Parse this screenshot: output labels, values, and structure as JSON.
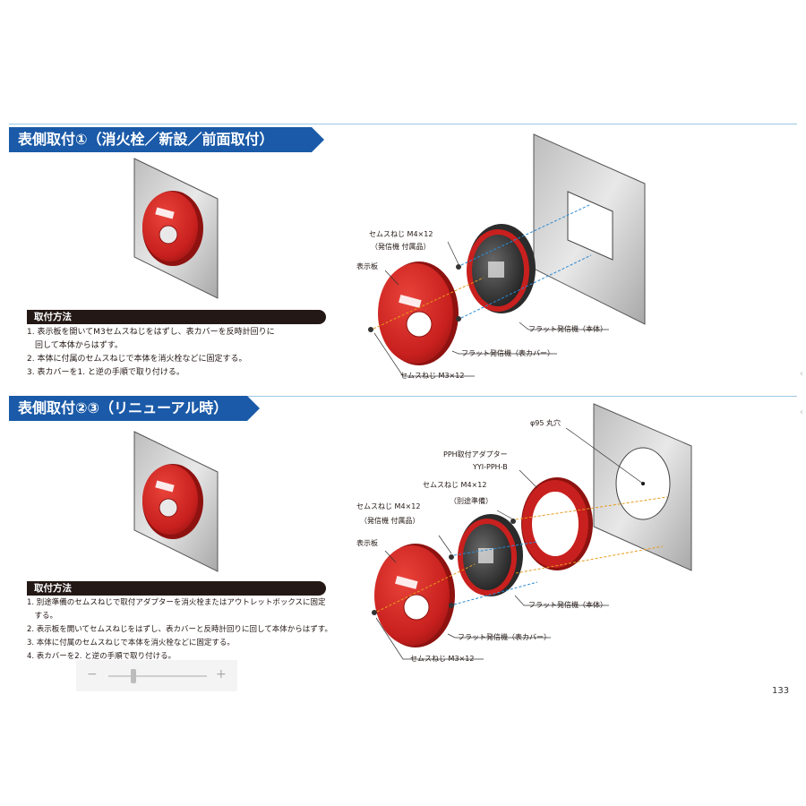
{
  "section1": {
    "title": "表側取付①（消火栓／新設／前面取付）",
    "method_title": "取付方法",
    "steps": [
      "1. 表示板を開いてM3セムスねじをはずし、表カバーを反時計回りに",
      "　回して本体からはずす。",
      "2. 本体に付属のセムスねじで本体を消火栓などに固定する。",
      "3. 表カバーを1. と逆の手順で取り付ける。"
    ],
    "labels": {
      "screw_m4": "セムスねじ M4×12",
      "screw_m4_note": "（発信機 付属品）",
      "display_plate": "表示板",
      "body": "フラット発信機（本体）",
      "cover": "フラット発信機（表カバー）",
      "screw_m3": "セムスねじ M3×12"
    }
  },
  "section2": {
    "title": "表側取付②③（リニューアル時）",
    "method_title": "取付方法",
    "steps": [
      "1. 別途準備のセムスねじで取付アダプターを消火栓またはアウトレットボックスに固定",
      "　する。",
      "2. 表示板を開いてセムスねじをはずし、表カバーと反時計回りに回して本体からはずす。",
      "3. 本体に付属のセムスねじで本体を消火栓などに固定する。",
      "4. 表カバーを2. と逆の手順で取り付ける。"
    ],
    "labels": {
      "hole": "φ95 丸穴",
      "adapter": "PPH取付アダプター",
      "adapter_model": "YYI-PPH-B",
      "screw_m4": "セムスねじ M4×12",
      "screw_m4_sep": "（別途準備）",
      "screw_m4_b": "セムスねじ M4×12",
      "screw_m4_b_note": "（発信機 付属品）",
      "display_plate": "表示板",
      "body": "フラット発信機（本体）",
      "cover": "フラット発信機（表カバー）",
      "screw_m3": "セムスねじ M3×12"
    }
  },
  "zoom": {
    "minus": "−",
    "plus": "+",
    "level": 0.25
  },
  "page_number": "133",
  "colors": {
    "brand_blue": "#1a5aa8",
    "device_red": "#c8201e",
    "rule_blue": "#9cc8e4"
  }
}
